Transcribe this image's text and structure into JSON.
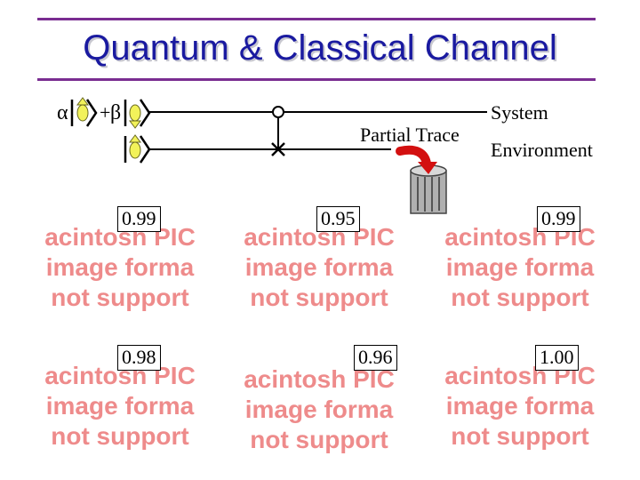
{
  "title": "Quantum & Classical Channel",
  "circuit": {
    "alpha": "α",
    "beta": "β",
    "plus": "+",
    "partial_trace_label": "Partial Trace",
    "system_label": "System",
    "environment_label": "Environment",
    "wire_color": "#000000",
    "qubit_color": "#f2f25a",
    "arrow_color": "#d31010",
    "trash_color": "#b0b0b0"
  },
  "placeholder_lines": [
    "acintosh PIC",
    "image forma",
    "not support"
  ],
  "placeholder_color": "#ee8b8b",
  "fidelities": [
    {
      "value": "0.99"
    },
    {
      "value": "0.95"
    },
    {
      "value": "0.99"
    },
    {
      "value": "0.98"
    },
    {
      "value": "0.96"
    },
    {
      "value": "1.00"
    }
  ]
}
